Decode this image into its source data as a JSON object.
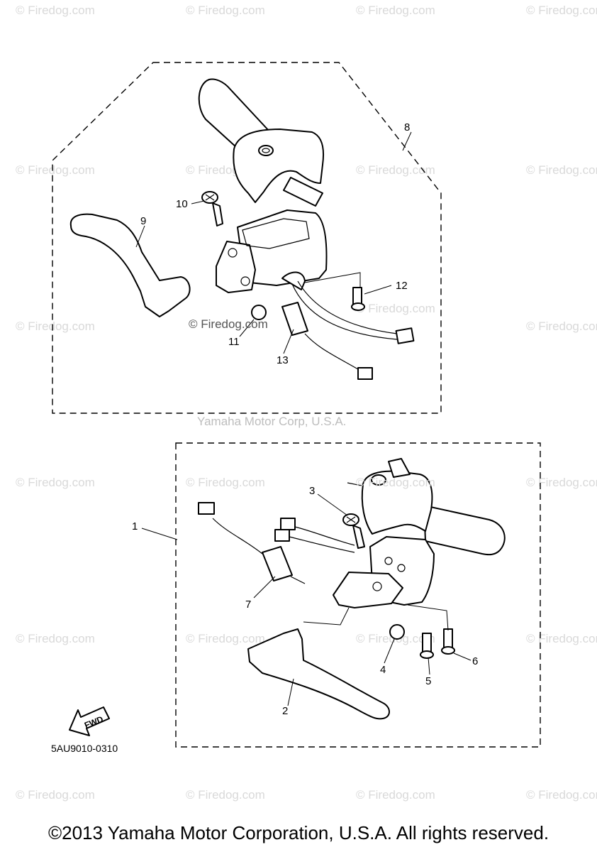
{
  "watermark_text": "© Firedog.com",
  "corp_label": "Yamaha Motor Corp, U.S.A.",
  "part_code": "5AU9010-0310",
  "fwd_label": "FWD",
  "copyright": "©2013 Yamaha Motor Corporation, U.S.A. All rights reserved.",
  "callouts": {
    "c1": "1",
    "c2": "2",
    "c3": "3",
    "c4": "4",
    "c5": "5",
    "c6": "6",
    "c7": "7",
    "c8": "8",
    "c9": "9",
    "c10": "10",
    "c11": "11",
    "c12": "12",
    "c13": "13"
  }
}
